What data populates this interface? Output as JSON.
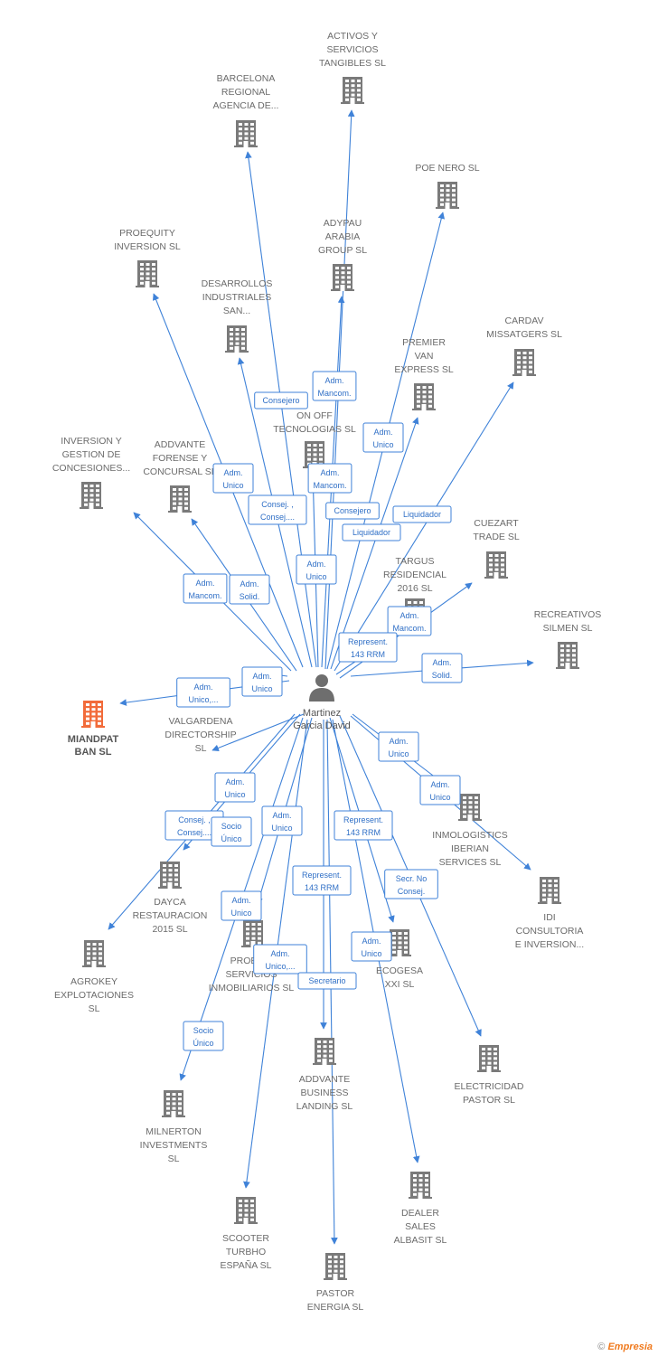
{
  "center": {
    "label_lines": [
      "Martinez",
      "Garcia David"
    ],
    "icon": "person-icon"
  },
  "colors": {
    "edge": "#3f82d8",
    "building": "#7a7a7a",
    "focus_building": "#f26b3a",
    "role_text": "#2f6fc6"
  },
  "companies": [
    {
      "id": "activos",
      "lines": [
        "ACTIVOS Y",
        "SERVICIOS",
        "TANGIBLES  SL"
      ]
    },
    {
      "id": "barcelona",
      "lines": [
        "BARCELONA",
        "REGIONAL",
        "AGENCIA DE..."
      ]
    },
    {
      "id": "poe",
      "lines": [
        "POE NERO  SL"
      ]
    },
    {
      "id": "adypau",
      "lines": [
        "ADYPAU",
        "ARABIA",
        "GROUP  SL"
      ]
    },
    {
      "id": "proequity",
      "lines": [
        "PROEQUITY",
        "INVERSION SL"
      ]
    },
    {
      "id": "desarrollos",
      "lines": [
        "DESARROLLOS",
        "INDUSTRIALES",
        "SAN..."
      ]
    },
    {
      "id": "cardav",
      "lines": [
        "CARDAV",
        "MISSATGERS SL"
      ]
    },
    {
      "id": "premier",
      "lines": [
        "PREMIER",
        "VAN",
        "EXPRESS  SL"
      ]
    },
    {
      "id": "onoff",
      "lines": [
        "ON OFF",
        "TECNOLOGIAS SL"
      ]
    },
    {
      "id": "inversion",
      "lines": [
        "INVERSION Y",
        "GESTION DE",
        "CONCESIONES..."
      ]
    },
    {
      "id": "addvante_forense",
      "lines": [
        "ADDVANTE",
        "FORENSE Y",
        "CONCURSAL  SL"
      ]
    },
    {
      "id": "cuezart",
      "lines": [
        "CUEZART",
        "TRADE SL"
      ]
    },
    {
      "id": "targus",
      "lines": [
        "TARGUS",
        "RESIDENCIAL",
        "2016  SL"
      ]
    },
    {
      "id": "recreativos",
      "lines": [
        "RECREATIVOS",
        "SILMEN  SL"
      ]
    },
    {
      "id": "miandpat",
      "lines": [
        "MIANDPAT",
        "BAN  SL"
      ],
      "focus": true
    },
    {
      "id": "valgardena",
      "lines": [
        "VALGARDENA",
        "DIRECTORSHIP",
        "SL"
      ]
    },
    {
      "id": "inmologistics",
      "lines": [
        "INMOLOGISTICS",
        "IBERIAN",
        "SERVICES  SL"
      ]
    },
    {
      "id": "idi",
      "lines": [
        "IDI",
        "CONSULTORIA",
        "E INVERSION..."
      ]
    },
    {
      "id": "dayca",
      "lines": [
        "DAYCA",
        "RESTAURACION",
        "2015  SL"
      ]
    },
    {
      "id": "agrokey",
      "lines": [
        "AGROKEY",
        "EXPLOTACIONES",
        "SL"
      ]
    },
    {
      "id": "proeq_serv",
      "lines": [
        "PROEQ...",
        "SERVICIOS",
        "INMOBILIARIOS SL"
      ]
    },
    {
      "id": "ecogesa",
      "lines": [
        "ECOGESA",
        "XXI SL"
      ]
    },
    {
      "id": "electricidad",
      "lines": [
        "ELECTRICIDAD",
        "PASTOR SL"
      ]
    },
    {
      "id": "addvante_business",
      "lines": [
        "ADDVANTE",
        "BUSINESS",
        "LANDING  SL"
      ]
    },
    {
      "id": "milnerton",
      "lines": [
        "MILNERTON",
        "INVESTMENTS",
        "SL"
      ]
    },
    {
      "id": "dealer",
      "lines": [
        "DEALER",
        "SALES",
        "ALBASIT SL"
      ]
    },
    {
      "id": "scooter",
      "lines": [
        "SCOOTER",
        "TURBHO",
        "ESPAÑA  SL"
      ]
    },
    {
      "id": "pastor_energia",
      "lines": [
        "PASTOR",
        "ENERGIA SL"
      ]
    }
  ],
  "roles": [
    {
      "lines": [
        "Adm.",
        "Mancom."
      ]
    },
    {
      "lines": [
        "Consejero"
      ]
    },
    {
      "lines": [
        "Adm.",
        "Unico"
      ]
    },
    {
      "lines": [
        "Adm.",
        "Unico"
      ]
    },
    {
      "lines": [
        "Adm.",
        "Mancom."
      ]
    },
    {
      "lines": [
        "Consej. ,",
        "Consej...."
      ]
    },
    {
      "lines": [
        "Consejero"
      ]
    },
    {
      "lines": [
        "Liquidador"
      ]
    },
    {
      "lines": [
        "Liquidador"
      ]
    },
    {
      "lines": [
        "Adm.",
        "Unico"
      ]
    },
    {
      "lines": [
        "Adm.",
        "Mancom."
      ]
    },
    {
      "lines": [
        "Adm.",
        "Solid."
      ]
    },
    {
      "lines": [
        "Adm.",
        "Mancom."
      ]
    },
    {
      "lines": [
        "Represent.",
        "143 RRM"
      ]
    },
    {
      "lines": [
        "Adm.",
        "Solid."
      ]
    },
    {
      "lines": [
        "Adm.",
        "Unico"
      ]
    },
    {
      "lines": [
        "Adm.",
        "Unico,..."
      ]
    },
    {
      "lines": [
        "Adm.",
        "Unico"
      ]
    },
    {
      "lines": [
        "Adm.",
        "Unico"
      ]
    },
    {
      "lines": [
        "Adm.",
        "Unico"
      ]
    },
    {
      "lines": [
        "Consej. ,",
        "Consej...."
      ]
    },
    {
      "lines": [
        "Socio",
        "Único"
      ]
    },
    {
      "lines": [
        "Adm.",
        "Unico"
      ]
    },
    {
      "lines": [
        "Represent.",
        "143 RRM"
      ]
    },
    {
      "lines": [
        "Secr.  No",
        "Consej."
      ]
    },
    {
      "lines": [
        "Represent.",
        "143 RRM"
      ]
    },
    {
      "lines": [
        "Adm.",
        "Unico"
      ]
    },
    {
      "lines": [
        "Adm.",
        "Unico,..."
      ]
    },
    {
      "lines": [
        "Adm.",
        "Unico"
      ]
    },
    {
      "lines": [
        "Secretario"
      ]
    },
    {
      "lines": [
        "Socio",
        "Único"
      ]
    }
  ],
  "footer": {
    "copyright": "©",
    "brand": "Empresia"
  }
}
